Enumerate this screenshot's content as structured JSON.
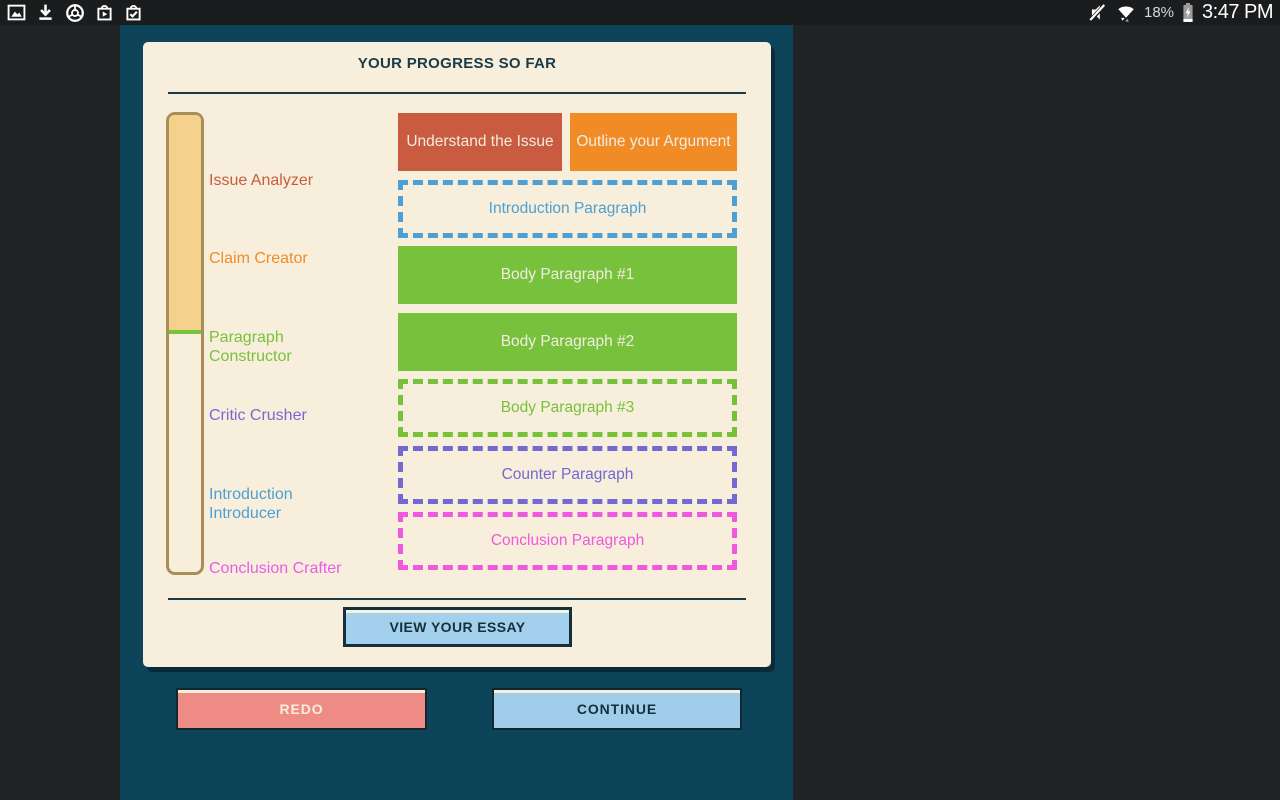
{
  "status_bar": {
    "time": "3:47 PM",
    "battery_percent": "18%",
    "left_icons": [
      "gallery-icon",
      "download-icon",
      "chrome-icon",
      "play-store-icon",
      "bag-check-icon"
    ],
    "right_icons": [
      "mute-icon",
      "wifi-data-icon",
      "battery-charging-icon"
    ]
  },
  "card": {
    "title": "YOUR PROGRESS SO FAR",
    "meter": {
      "fill_percent": "48%",
      "fill_color": "#f4d28e",
      "border_color": "#a88f58",
      "marker_color": "#77c13c"
    },
    "stages": [
      {
        "label": "Issue Analyzer",
        "color": "#c85b40"
      },
      {
        "label": "Claim Creator",
        "color": "#ee8d2b"
      },
      {
        "label": "Paragraph Constructor",
        "color": "#7ac13c"
      },
      {
        "label": "Critic Crusher",
        "color": "#7d66d3"
      },
      {
        "label": "Introduction Introducer",
        "color": "#4e9fd4"
      },
      {
        "label": "Conclusion Crafter",
        "color": "#ea5ce6"
      }
    ],
    "blocks": [
      {
        "label": "Understand the Issue",
        "state": "complete",
        "color": "#c85b40"
      },
      {
        "label": "Outline your Argument",
        "state": "complete",
        "color": "#f08b26"
      },
      {
        "label": "Introduction Paragraph",
        "state": "pending",
        "color": "#4e9fd4"
      },
      {
        "label": "Body Paragraph #1",
        "state": "complete",
        "color": "#77c13c"
      },
      {
        "label": "Body Paragraph #2",
        "state": "complete",
        "color": "#77c13c"
      },
      {
        "label": "Body Paragraph #3",
        "state": "pending",
        "color": "#77c13c"
      },
      {
        "label": "Counter Paragraph",
        "state": "pending",
        "color": "#7468d2"
      },
      {
        "label": "Conclusion Paragraph",
        "state": "pending",
        "color": "#ef59de"
      }
    ],
    "view_essay_label": "VIEW YOUR ESSAY"
  },
  "footer": {
    "redo_label": "REDO",
    "continue_label": "CONTINUE"
  },
  "colors": {
    "background": "#1f2326",
    "status_bar": "#1a1c1e",
    "panel": "#0d4459",
    "card_bg": "#f7efdb",
    "ink": "#1b3a47",
    "button_blue": "#9fcdea",
    "button_red": "#ee8b85"
  }
}
